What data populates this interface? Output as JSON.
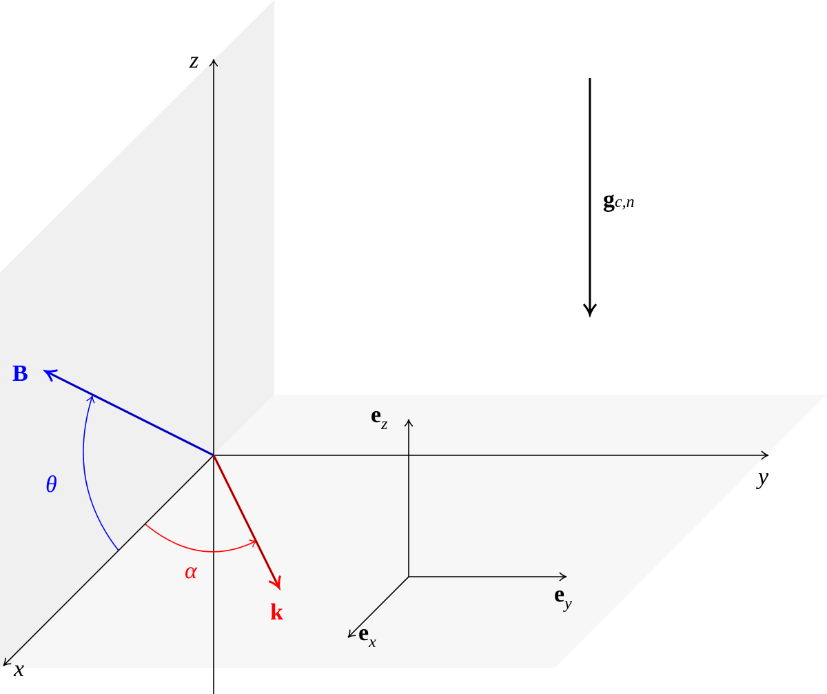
{
  "axes": {
    "x_label": "x",
    "y_label": "y",
    "z_label": "z"
  },
  "vectors": {
    "B_label": "B",
    "k_label": "k",
    "g_label_main": "g",
    "g_label_sub": "c,n"
  },
  "angles": {
    "theta_label": "θ",
    "alpha_label": "α"
  },
  "basis": {
    "ex_main": "e",
    "ex_sub": "x",
    "ey_main": "e",
    "ey_sub": "y",
    "ez_main": "e",
    "ez_sub": "z"
  },
  "colors": {
    "B": "#0000ff",
    "k": "#ff0000",
    "k_shaft": "#660000",
    "axis": "#000000",
    "wall": "#f0f0f0",
    "floor": "#f7f7f7"
  }
}
